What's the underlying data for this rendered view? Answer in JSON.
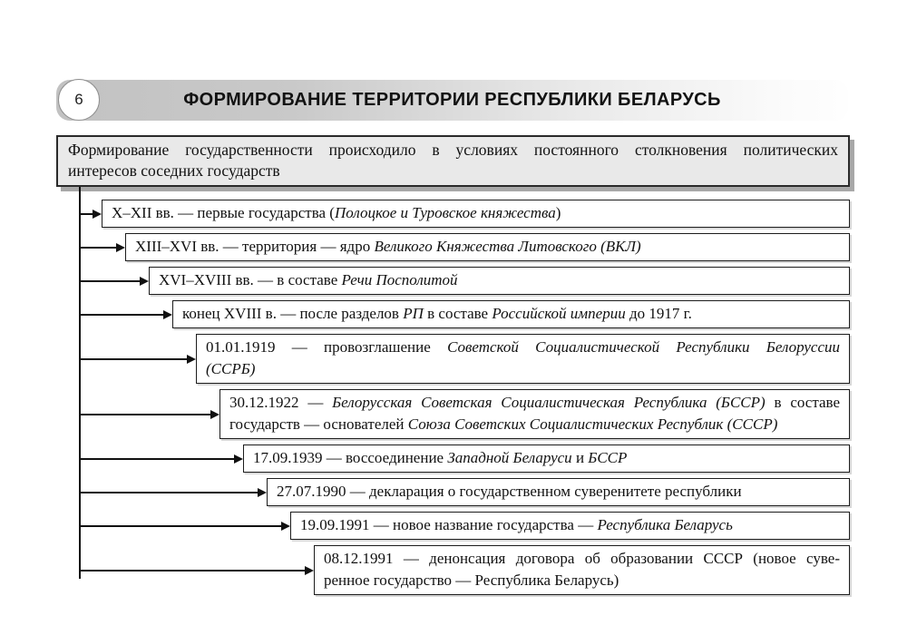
{
  "header": {
    "number": "6",
    "title": "ФОРМИРОВАНИЕ ТЕРРИТОРИИ РЕСПУБЛИКИ БЕЛАРУСЬ"
  },
  "intro": {
    "lines": [
      {
        "text": "Формирование государственности происходило в условиях постоянного столкновения политических",
        "justify": true
      },
      {
        "text": "интересов соседних государств",
        "justify": false
      }
    ]
  },
  "timeline": {
    "items": [
      {
        "lines": [
          [
            {
              "t": "X–XII вв. — первые государства ("
            },
            {
              "t": "Полоцкое и Туровское княжества",
              "i": true
            },
            {
              "t": ")"
            }
          ]
        ]
      },
      {
        "lines": [
          [
            {
              "t": "XIII–XVI вв. — территория — ядро "
            },
            {
              "t": "Великого Княжества Литовского (ВКЛ)",
              "i": true
            }
          ]
        ]
      },
      {
        "lines": [
          [
            {
              "t": "XVI–XVIII вв. — в составе "
            },
            {
              "t": "Речи Посполитой",
              "i": true
            }
          ]
        ]
      },
      {
        "lines": [
          [
            {
              "t": "конец XVIII в. — после разделов "
            },
            {
              "t": "РП",
              "i": true
            },
            {
              "t": " в составе "
            },
            {
              "t": "Российской империи",
              "i": true
            },
            {
              "t": " до 1917 г."
            }
          ]
        ]
      },
      {
        "lines": [
          [
            {
              "t": "01.01.1919 — провозглашение "
            },
            {
              "t": "Советской Социалистической Республики Белоруссии",
              "i": true
            }
          ],
          [
            {
              "t": "(ССРБ)",
              "i": true
            }
          ]
        ]
      },
      {
        "lines": [
          [
            {
              "t": "30.12.1922 — "
            },
            {
              "t": "Белорусская Советская Социалистическая Республика (БССР)",
              "i": true
            },
            {
              "t": " в составе"
            }
          ],
          [
            {
              "t": "государств — основателей "
            },
            {
              "t": "Союза Советских Социалистических Республик (СССР)",
              "i": true
            }
          ]
        ]
      },
      {
        "lines": [
          [
            {
              "t": "17.09.1939 — воссоединение "
            },
            {
              "t": "Западной Беларуси",
              "i": true
            },
            {
              "t": " и "
            },
            {
              "t": "БССР",
              "i": true
            }
          ]
        ]
      },
      {
        "lines": [
          [
            {
              "t": "27.07.1990 — декларация о государственном суверенитете республики"
            }
          ]
        ]
      },
      {
        "lines": [
          [
            {
              "t": "19.09.1991 — новое название государства — "
            },
            {
              "t": "Республика Беларусь",
              "i": true
            }
          ]
        ]
      },
      {
        "lines": [
          [
            {
              "t": "08.12.1991 — денонсация договора об образовании СССР (новое суве-"
            }
          ],
          [
            {
              "t": "ренное государство — Республика Беларусь)"
            }
          ]
        ]
      }
    ]
  }
}
